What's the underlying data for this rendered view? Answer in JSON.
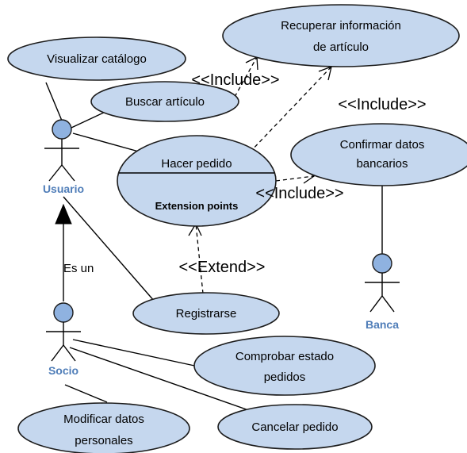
{
  "actors": {
    "usuario": "Usuario",
    "socio": "Socio",
    "banca": "Banca"
  },
  "use_cases": {
    "visualizar": "Visualizar catálogo",
    "buscar": "Buscar artículo",
    "recuperar_1": "Recuperar información",
    "recuperar_2": "de artículo",
    "hacer_pedido": "Hacer pedido",
    "extension_points": "Extension points",
    "confirmar_1": "Confirmar datos",
    "confirmar_2": "bancarios",
    "registrarse": "Registrarse",
    "comprobar_1": "Comprobar estado",
    "comprobar_2": "pedidos",
    "modificar_1": "Modificar datos",
    "modificar_2": "personales",
    "cancelar": "Cancelar pedido"
  },
  "relations": {
    "include_1": "<<Include>>",
    "include_2": "<<Include>>",
    "include_3": "<<Include>>",
    "extend": "<<Extend>>",
    "es_un": "Es un"
  },
  "colors": {
    "use_case_fill": "#c5d7ee",
    "actor_head": "#8fb2e0",
    "actor_label": "#4f7db8"
  }
}
